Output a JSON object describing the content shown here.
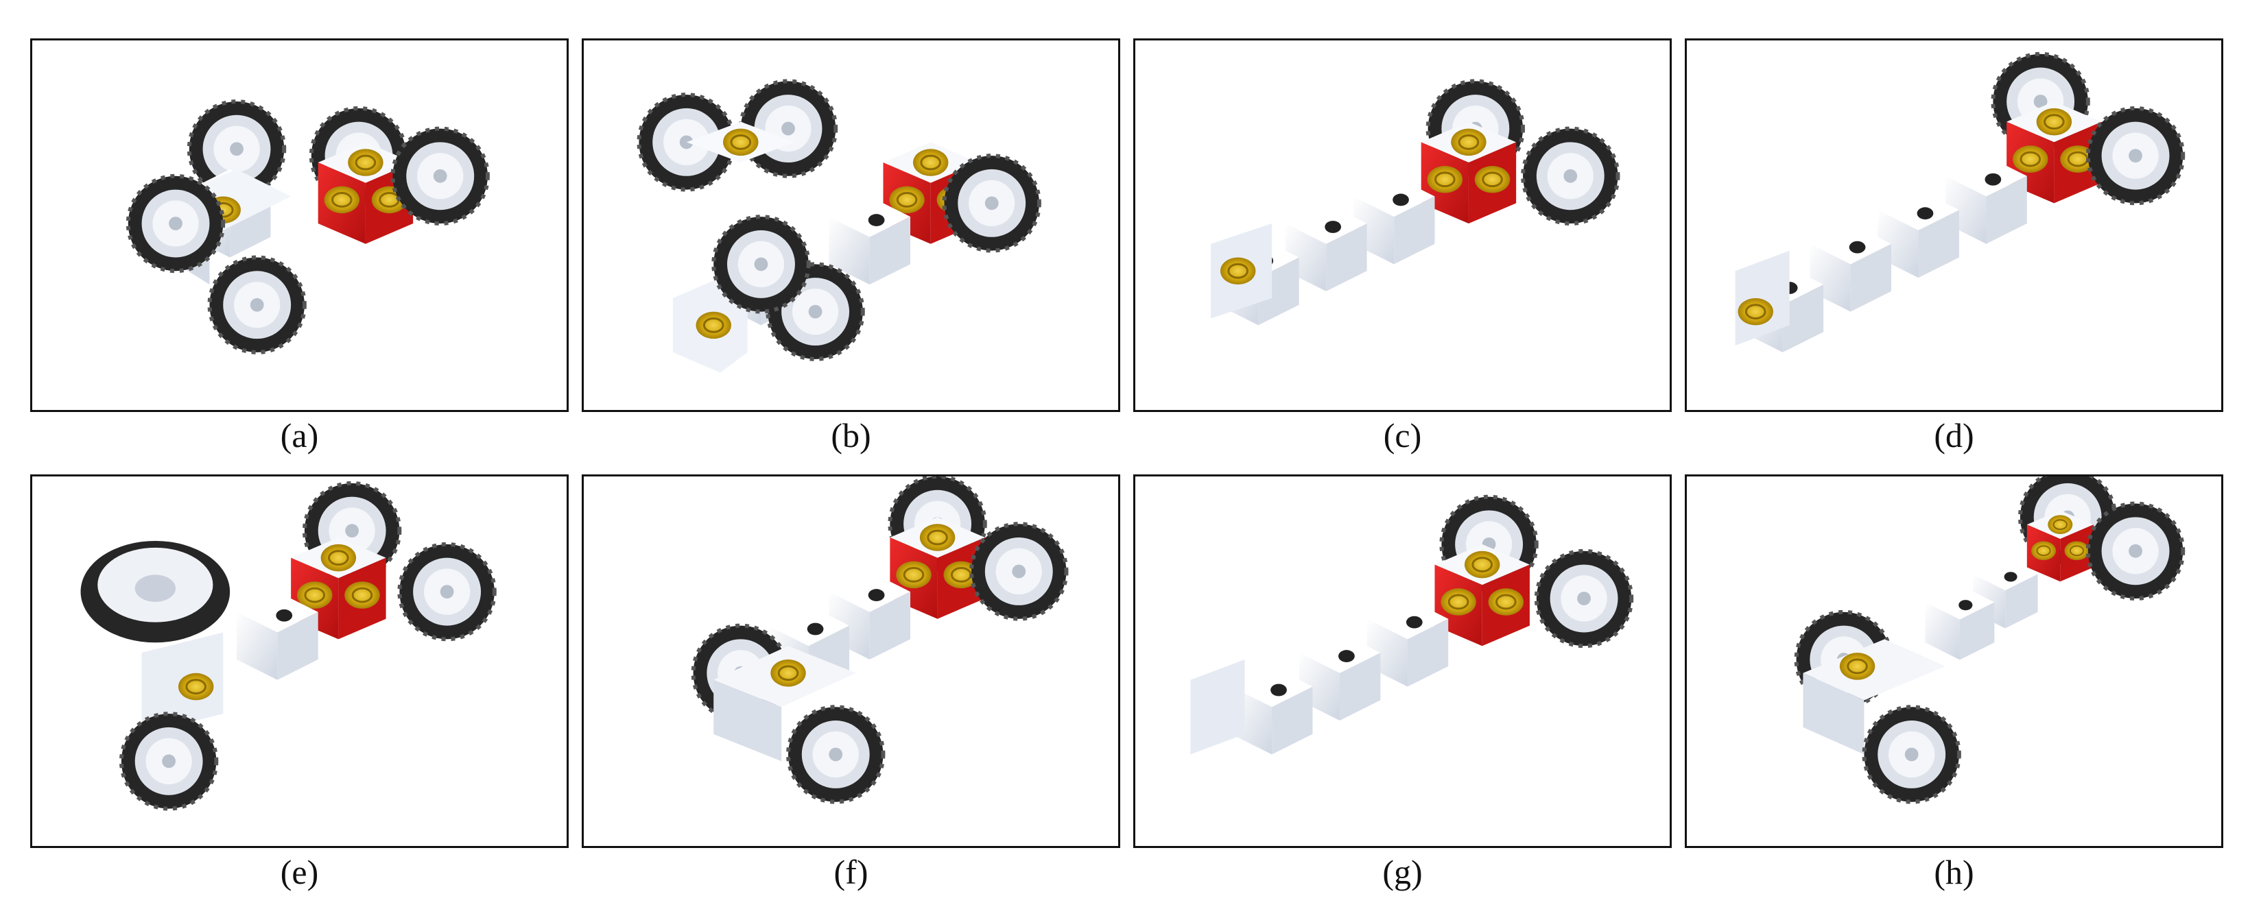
{
  "figure": {
    "panels": [
      {
        "id": "a",
        "caption": "(a)"
      },
      {
        "id": "b",
        "caption": "(b)"
      },
      {
        "id": "c",
        "caption": "(c)"
      },
      {
        "id": "d",
        "caption": "(d)"
      },
      {
        "id": "e",
        "caption": "(e)"
      },
      {
        "id": "f",
        "caption": "(f)"
      },
      {
        "id": "g",
        "caption": "(g)"
      },
      {
        "id": "h",
        "caption": "(h)"
      }
    ]
  },
  "colors": {
    "module_white": "#eef1f6",
    "module_shadow": "#c9cfdb",
    "module_red": "#dd1a1a",
    "connector_gold": "#d6ad10",
    "tire": "#262626",
    "hub": "#dfe3ea"
  },
  "icons": [
    "robot-render"
  ]
}
